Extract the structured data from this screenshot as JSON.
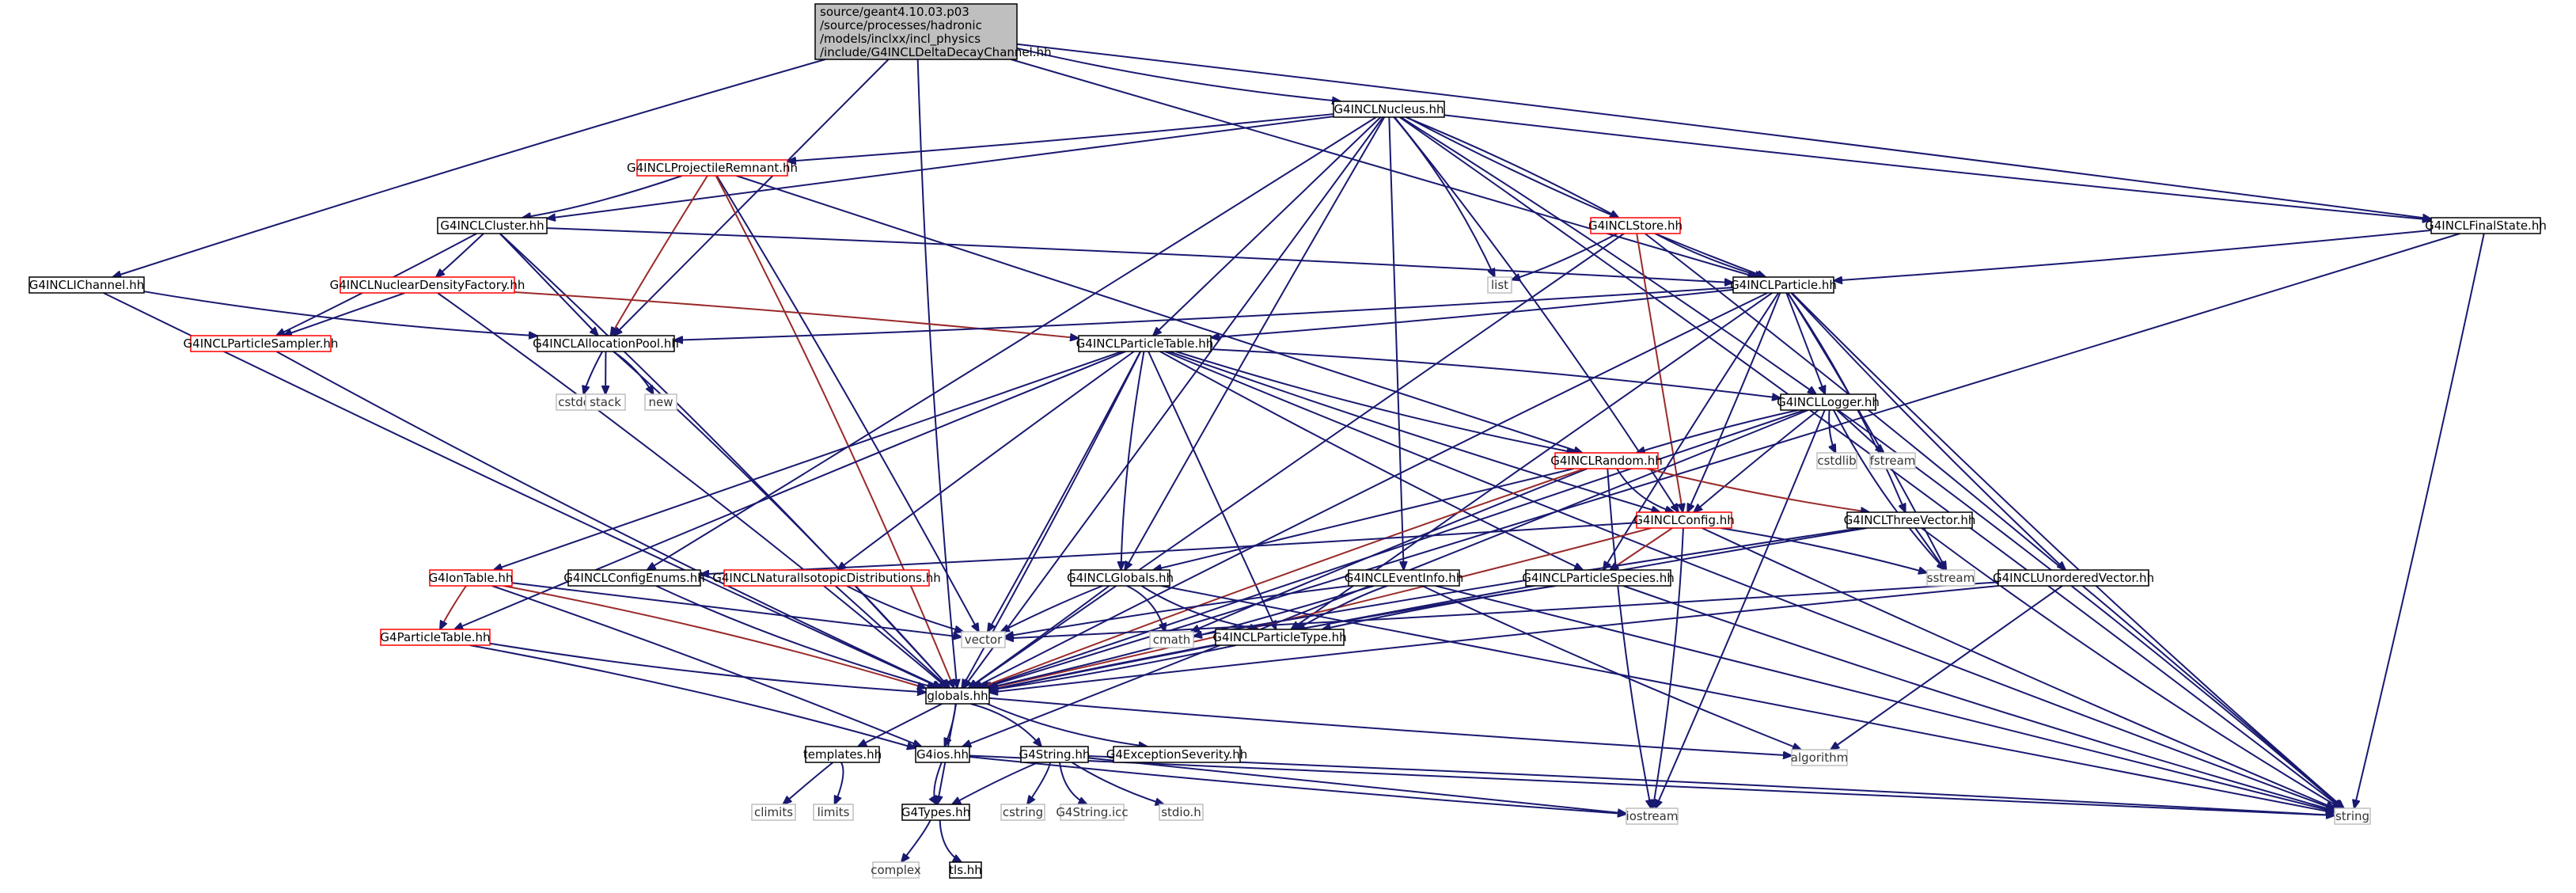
{
  "colors": {
    "background": "#ffffff",
    "edge": "#191970",
    "edge_alt": "#9a2a2a",
    "node_border": "#000000",
    "node_border_truncated": "#ff0000",
    "node_border_system": "#bfbfbf",
    "node_fill_root": "#bfbfbf",
    "node_fill": "#ffffff",
    "text": "#000000",
    "text_system": "#333333"
  },
  "nodes": [
    {
      "id": "root",
      "lines": [
        "source/geant4.10.03.p03",
        "/source/processes/hadronic",
        "/models/inclxx/incl_physics",
        "/include/G4INCLDeltaDecayChannel.hh"
      ],
      "style": "root"
    },
    {
      "id": "nucleus",
      "lines": [
        "G4INCLNucleus.hh"
      ],
      "style": "normal"
    },
    {
      "id": "projrem",
      "lines": [
        "G4INCLProjectileRemnant.hh"
      ],
      "style": "truncated"
    },
    {
      "id": "cluster",
      "lines": [
        "G4INCLCluster.hh"
      ],
      "style": "normal"
    },
    {
      "id": "ichannel",
      "lines": [
        "G4INCLIChannel.hh"
      ],
      "style": "normal"
    },
    {
      "id": "nucdens",
      "lines": [
        "G4INCLNuclearDensityFactory.hh"
      ],
      "style": "truncated"
    },
    {
      "id": "psampler",
      "lines": [
        "G4INCLParticleSampler.hh"
      ],
      "style": "truncated"
    },
    {
      "id": "allocpool",
      "lines": [
        "G4INCLAllocationPool.hh"
      ],
      "style": "normal"
    },
    {
      "id": "cstddef",
      "lines": [
        "cstddef"
      ],
      "style": "system"
    },
    {
      "id": "stack",
      "lines": [
        "stack"
      ],
      "style": "system"
    },
    {
      "id": "new",
      "lines": [
        "new"
      ],
      "style": "system"
    },
    {
      "id": "store",
      "lines": [
        "G4INCLStore.hh"
      ],
      "style": "truncated"
    },
    {
      "id": "list",
      "lines": [
        "list"
      ],
      "style": "system"
    },
    {
      "id": "particle",
      "lines": [
        "G4INCLParticle.hh"
      ],
      "style": "normal"
    },
    {
      "id": "finalstate",
      "lines": [
        "G4INCLFinalState.hh"
      ],
      "style": "normal"
    },
    {
      "id": "ptable",
      "lines": [
        "G4INCLParticleTable.hh"
      ],
      "style": "normal"
    },
    {
      "id": "logger",
      "lines": [
        "G4INCLLogger.hh"
      ],
      "style": "normal"
    },
    {
      "id": "cstdlib",
      "lines": [
        "cstdlib"
      ],
      "style": "system"
    },
    {
      "id": "fstream",
      "lines": [
        "fstream"
      ],
      "style": "system"
    },
    {
      "id": "random",
      "lines": [
        "G4INCLRandom.hh"
      ],
      "style": "truncated"
    },
    {
      "id": "config",
      "lines": [
        "G4INCLConfig.hh"
      ],
      "style": "truncated"
    },
    {
      "id": "threevec",
      "lines": [
        "G4INCLThreeVector.hh"
      ],
      "style": "normal"
    },
    {
      "id": "sstream",
      "lines": [
        "sstream"
      ],
      "style": "system"
    },
    {
      "id": "iontable",
      "lines": [
        "G4IonTable.hh"
      ],
      "style": "truncated"
    },
    {
      "id": "cfgenums",
      "lines": [
        "G4INCLConfigEnums.hh"
      ],
      "style": "normal"
    },
    {
      "id": "natiso",
      "lines": [
        "G4INCLNaturalIsotopicDistributions.hh"
      ],
      "style": "truncated"
    },
    {
      "id": "globals_incl",
      "lines": [
        "G4INCLGlobals.hh"
      ],
      "style": "normal"
    },
    {
      "id": "eventinfo",
      "lines": [
        "G4INCLEventInfo.hh"
      ],
      "style": "normal"
    },
    {
      "id": "pspecies",
      "lines": [
        "G4INCLParticleSpecies.hh"
      ],
      "style": "normal"
    },
    {
      "id": "unordvec",
      "lines": [
        "G4INCLUnorderedVector.hh"
      ],
      "style": "normal"
    },
    {
      "id": "g4ptable",
      "lines": [
        "G4ParticleTable.hh"
      ],
      "style": "truncated"
    },
    {
      "id": "vector",
      "lines": [
        "vector"
      ],
      "style": "system"
    },
    {
      "id": "cmath",
      "lines": [
        "cmath"
      ],
      "style": "system"
    },
    {
      "id": "ptype",
      "lines": [
        "G4INCLParticleType.hh"
      ],
      "style": "normal"
    },
    {
      "id": "globals",
      "lines": [
        "globals.hh"
      ],
      "style": "normal"
    },
    {
      "id": "templates",
      "lines": [
        "templates.hh"
      ],
      "style": "normal"
    },
    {
      "id": "g4ios",
      "lines": [
        "G4ios.hh"
      ],
      "style": "normal"
    },
    {
      "id": "g4string",
      "lines": [
        "G4String.hh"
      ],
      "style": "normal"
    },
    {
      "id": "g4exc",
      "lines": [
        "G4ExceptionSeverity.hh"
      ],
      "style": "normal"
    },
    {
      "id": "algorithm",
      "lines": [
        "algorithm"
      ],
      "style": "system"
    },
    {
      "id": "climits",
      "lines": [
        "climits"
      ],
      "style": "system"
    },
    {
      "id": "limits",
      "lines": [
        "limits"
      ],
      "style": "system"
    },
    {
      "id": "g4types",
      "lines": [
        "G4Types.hh"
      ],
      "style": "normal"
    },
    {
      "id": "cstring",
      "lines": [
        "cstring"
      ],
      "style": "system"
    },
    {
      "id": "g4stricc",
      "lines": [
        "G4String.icc"
      ],
      "style": "system"
    },
    {
      "id": "stdio",
      "lines": [
        "stdio.h"
      ],
      "style": "system"
    },
    {
      "id": "iostream",
      "lines": [
        "iostream"
      ],
      "style": "system"
    },
    {
      "id": "string",
      "lines": [
        "string"
      ],
      "style": "system"
    },
    {
      "id": "complex",
      "lines": [
        "complex"
      ],
      "style": "system"
    },
    {
      "id": "tls",
      "lines": [
        "tls.hh"
      ],
      "style": "normal"
    }
  ],
  "edges": [
    [
      "root",
      "nucleus"
    ],
    [
      "root",
      "allocpool"
    ],
    [
      "root",
      "particle"
    ],
    [
      "root",
      "finalstate"
    ],
    [
      "root",
      "ichannel"
    ],
    [
      "root",
      "globals"
    ],
    [
      "nucleus",
      "projrem"
    ],
    [
      "nucleus",
      "cluster"
    ],
    [
      "nucleus",
      "store"
    ],
    [
      "nucleus",
      "list"
    ],
    [
      "nucleus",
      "particle"
    ],
    [
      "nucleus",
      "finalstate"
    ],
    [
      "nucleus",
      "ptable"
    ],
    [
      "nucleus",
      "logger"
    ],
    [
      "nucleus",
      "config"
    ],
    [
      "nucleus",
      "cfgenums"
    ],
    [
      "nucleus",
      "globals_incl"
    ],
    [
      "nucleus",
      "eventinfo"
    ],
    [
      "nucleus",
      "globals"
    ],
    [
      "nucleus",
      "string"
    ],
    [
      "projrem",
      "cluster"
    ],
    [
      "projrem",
      "allocpool"
    ],
    [
      "projrem",
      "random"
    ],
    [
      "projrem",
      "vector"
    ],
    [
      "projrem",
      "globals"
    ],
    [
      "cluster",
      "nucdens"
    ],
    [
      "cluster",
      "psampler"
    ],
    [
      "cluster",
      "allocpool"
    ],
    [
      "cluster",
      "particle"
    ],
    [
      "cluster",
      "globals"
    ],
    [
      "ichannel",
      "allocpool"
    ],
    [
      "ichannel",
      "globals"
    ],
    [
      "nucdens",
      "psampler"
    ],
    [
      "nucdens",
      "ptable"
    ],
    [
      "nucdens",
      "globals"
    ],
    [
      "psampler",
      "globals"
    ],
    [
      "allocpool",
      "cstddef"
    ],
    [
      "allocpool",
      "stack"
    ],
    [
      "allocpool",
      "new"
    ],
    [
      "allocpool",
      "globals"
    ],
    [
      "store",
      "list"
    ],
    [
      "store",
      "particle"
    ],
    [
      "store",
      "config"
    ],
    [
      "store",
      "globals"
    ],
    [
      "store",
      "string"
    ],
    [
      "particle",
      "allocpool"
    ],
    [
      "particle",
      "ptable"
    ],
    [
      "particle",
      "logger"
    ],
    [
      "particle",
      "config"
    ],
    [
      "particle",
      "threevec"
    ],
    [
      "particle",
      "pspecies"
    ],
    [
      "particle",
      "unordvec"
    ],
    [
      "particle",
      "ptype"
    ],
    [
      "particle",
      "sstream"
    ],
    [
      "particle",
      "globals"
    ],
    [
      "particle",
      "string"
    ],
    [
      "finalstate",
      "particle"
    ],
    [
      "finalstate",
      "globals"
    ],
    [
      "finalstate",
      "string"
    ],
    [
      "ptable",
      "logger"
    ],
    [
      "ptable",
      "random"
    ],
    [
      "ptable",
      "config"
    ],
    [
      "ptable",
      "iontable"
    ],
    [
      "ptable",
      "g4ptable"
    ],
    [
      "ptable",
      "natiso"
    ],
    [
      "ptable",
      "globals_incl"
    ],
    [
      "ptable",
      "pspecies"
    ],
    [
      "ptable",
      "ptype"
    ],
    [
      "ptable",
      "vector"
    ],
    [
      "ptable",
      "globals"
    ],
    [
      "ptable",
      "string"
    ],
    [
      "logger",
      "cstdlib"
    ],
    [
      "logger",
      "fstream"
    ],
    [
      "logger",
      "random"
    ],
    [
      "logger",
      "config"
    ],
    [
      "logger",
      "sstream"
    ],
    [
      "logger",
      "g4ios"
    ],
    [
      "logger",
      "globals"
    ],
    [
      "logger",
      "iostream"
    ],
    [
      "logger",
      "string"
    ],
    [
      "random",
      "config"
    ],
    [
      "random",
      "threevec"
    ],
    [
      "random",
      "globals_incl"
    ],
    [
      "random",
      "cmath"
    ],
    [
      "random",
      "globals"
    ],
    [
      "random",
      "iostream"
    ],
    [
      "config",
      "cfgenums"
    ],
    [
      "config",
      "pspecies"
    ],
    [
      "config",
      "sstream"
    ],
    [
      "config",
      "iostream"
    ],
    [
      "config",
      "globals"
    ],
    [
      "config",
      "string"
    ],
    [
      "threevec",
      "sstream"
    ],
    [
      "threevec",
      "cmath"
    ],
    [
      "threevec",
      "globals"
    ],
    [
      "threevec",
      "string"
    ],
    [
      "iontable",
      "g4ptable"
    ],
    [
      "iontable",
      "vector"
    ],
    [
      "iontable",
      "g4ios"
    ],
    [
      "iontable",
      "globals"
    ],
    [
      "cfgenums",
      "globals"
    ],
    [
      "natiso",
      "vector"
    ],
    [
      "natiso",
      "globals"
    ],
    [
      "globals_incl",
      "vector"
    ],
    [
      "globals_incl",
      "cmath"
    ],
    [
      "globals_incl",
      "ptype"
    ],
    [
      "globals_incl",
      "globals"
    ],
    [
      "globals_incl",
      "string"
    ],
    [
      "eventinfo",
      "vector"
    ],
    [
      "eventinfo",
      "ptype"
    ],
    [
      "eventinfo",
      "globals"
    ],
    [
      "eventinfo",
      "algorithm"
    ],
    [
      "eventinfo",
      "string"
    ],
    [
      "pspecies",
      "ptype"
    ],
    [
      "pspecies",
      "globals"
    ],
    [
      "pspecies",
      "string"
    ],
    [
      "unordvec",
      "vector"
    ],
    [
      "unordvec",
      "algorithm"
    ],
    [
      "unordvec",
      "globals"
    ],
    [
      "g4ptable",
      "g4ios"
    ],
    [
      "g4ptable",
      "globals"
    ],
    [
      "ptype",
      "globals"
    ],
    [
      "globals",
      "templates"
    ],
    [
      "globals",
      "g4ios"
    ],
    [
      "globals",
      "g4string"
    ],
    [
      "globals",
      "g4exc"
    ],
    [
      "globals",
      "algorithm"
    ],
    [
      "globals",
      "g4types"
    ],
    [
      "templates",
      "climits"
    ],
    [
      "templates",
      "limits"
    ],
    [
      "g4ios",
      "g4types"
    ],
    [
      "g4ios",
      "iostream"
    ],
    [
      "g4ios",
      "string"
    ],
    [
      "g4string",
      "g4types"
    ],
    [
      "g4string",
      "cstring"
    ],
    [
      "g4string",
      "g4stricc"
    ],
    [
      "g4string",
      "stdio"
    ],
    [
      "g4string",
      "iostream"
    ],
    [
      "g4string",
      "string"
    ],
    [
      "g4types",
      "complex"
    ],
    [
      "g4types",
      "tls"
    ]
  ]
}
